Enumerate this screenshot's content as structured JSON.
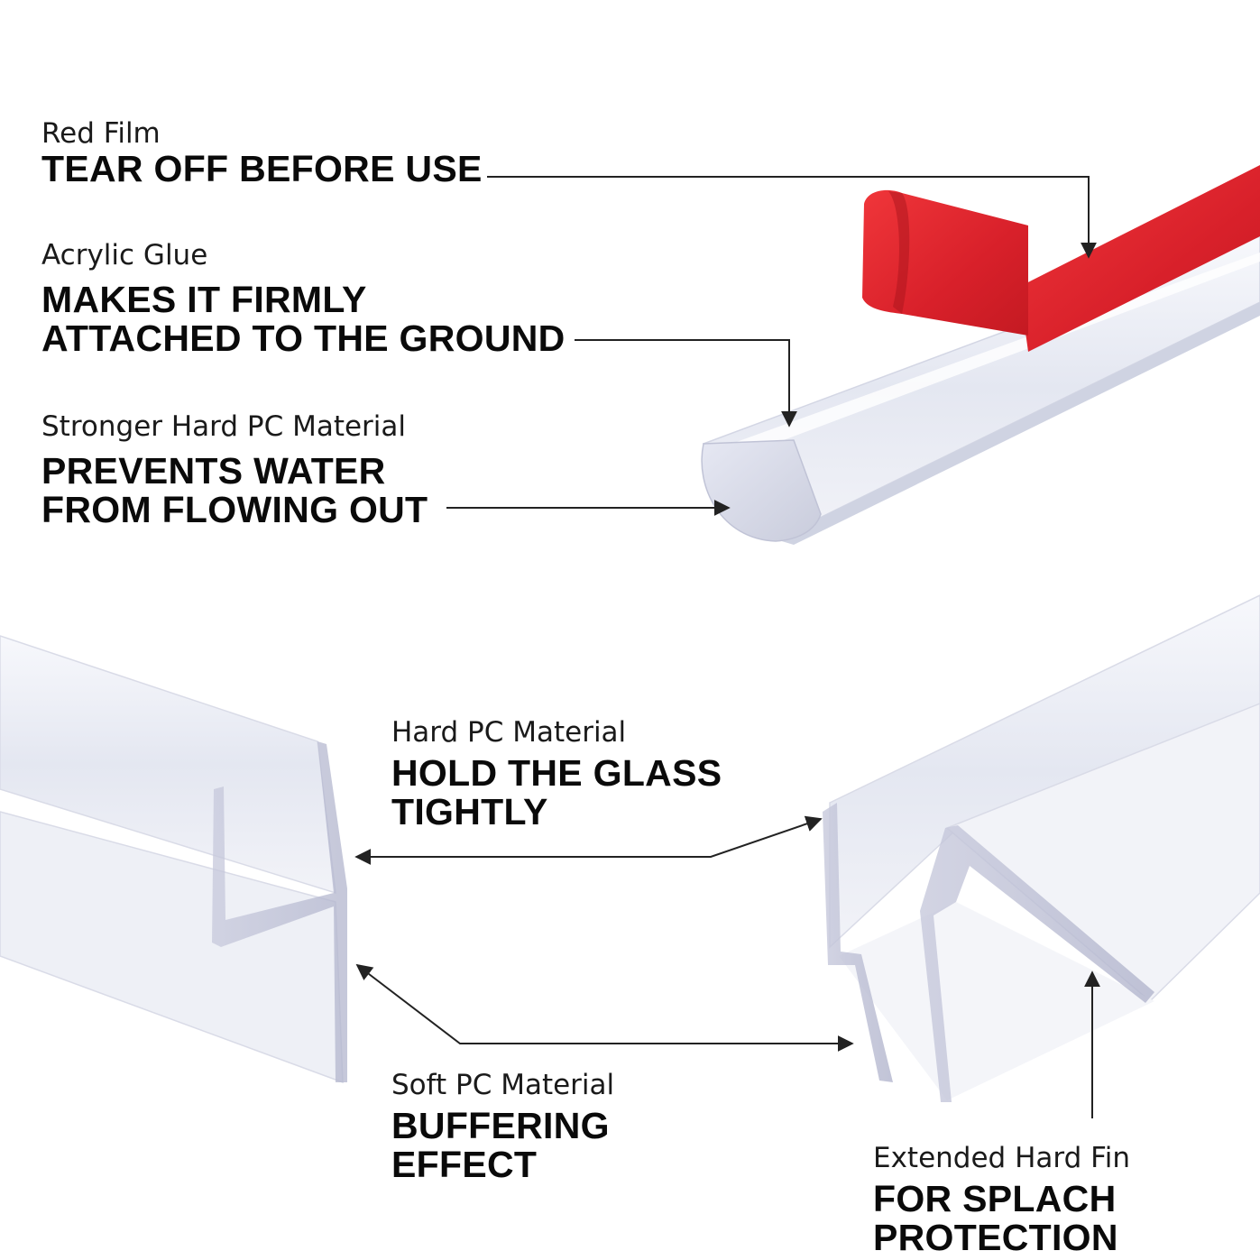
{
  "callouts": {
    "red_film": {
      "label": "Red Film",
      "headline": [
        "TEAR OFF BEFORE USE"
      ]
    },
    "acrylic_glue": {
      "label": "Acrylic Glue",
      "headline": [
        "MAKES IT FIRMLY",
        "ATTACHED TO THE GROUND"
      ]
    },
    "stronger_pc": {
      "label": "Stronger Hard PC Material",
      "headline": [
        "PREVENTS WATER",
        "FROM FLOWING OUT"
      ]
    },
    "hard_pc": {
      "label": "Hard PC Material",
      "headline": [
        "HOLD THE GLASS",
        "TIGHTLY"
      ]
    },
    "soft_pc": {
      "label": "Soft PC Material",
      "headline": [
        "BUFFERING",
        "EFFECT"
      ]
    },
    "hard_fin": {
      "label": "Extended Hard Fin",
      "headline": [
        "FOR SPLACH",
        "PROTECTION"
      ]
    }
  },
  "colors": {
    "background": "#ffffff",
    "text": "#111111",
    "red_film": "#e0262b",
    "clear_pc": "#dfe3ee",
    "leader_line": "#222222"
  },
  "icons": [
    "arrow-head-icon"
  ]
}
